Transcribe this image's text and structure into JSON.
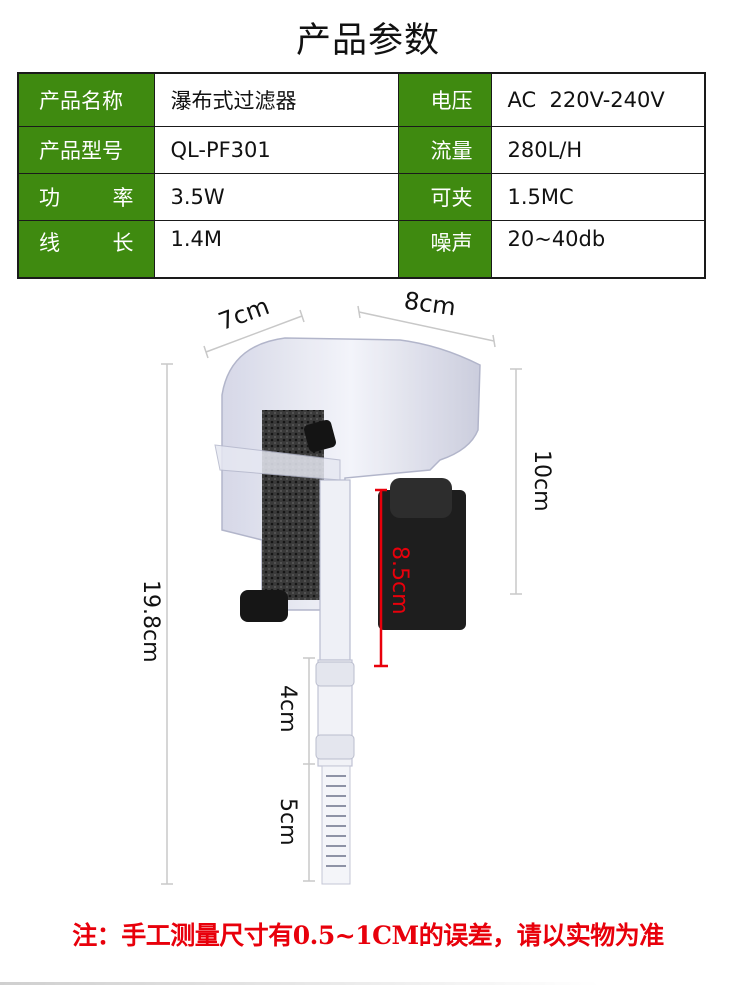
{
  "title": "产品参数",
  "specs": {
    "rows": [
      {
        "left_label": "产品名称",
        "left_value": "瀑布式过滤器",
        "right_label": "电压",
        "right_value": "AC  220V-240V"
      },
      {
        "left_label": "产品型号",
        "left_value": "QL-PF301",
        "right_label": "流量",
        "right_value": "280L/H"
      },
      {
        "left_label_a": "功",
        "left_label_b": "率",
        "left_value": "3.5W",
        "right_label": "可夹",
        "right_value": "1.5MC"
      },
      {
        "left_label_a": "线",
        "left_label_b": "长",
        "left_value": "1.4M",
        "right_label": "噪声",
        "right_value": "20~40db"
      }
    ],
    "label_bg_color": "#3f8a10"
  },
  "dimensions": {
    "depth": "7cm",
    "width": "8cm",
    "body_height": "10cm",
    "total_height": "19.8cm",
    "submerged_height": "8.5cm",
    "tube_segment_1": "4cm",
    "tube_segment_2": "5cm",
    "accent_color": "#e8000b"
  },
  "note": "注：手工测量尺寸有0.5~1CM的误差，请以实物为准"
}
